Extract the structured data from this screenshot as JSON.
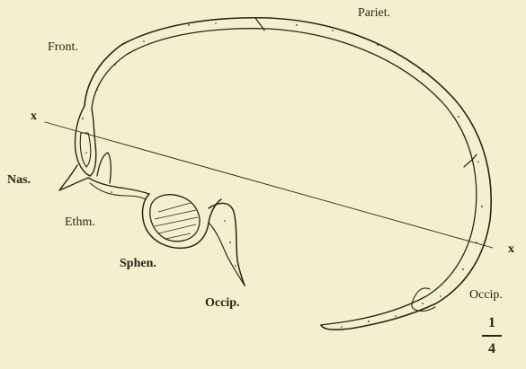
{
  "figure": {
    "labels": {
      "front": "Front.",
      "pariet": "Pariet.",
      "x_left": "x",
      "x_right": "x",
      "nas": "Nas.",
      "ethm": "Ethm.",
      "sphen": "Sphen.",
      "occip_base": "Occip.",
      "occip_back": "Occip."
    },
    "scale": {
      "numerator": "1",
      "denominator": "4"
    },
    "colors": {
      "paper": "#f4efcf",
      "ink": "#2a2418"
    }
  }
}
